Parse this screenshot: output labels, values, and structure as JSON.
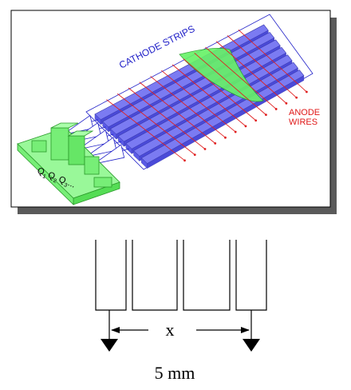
{
  "top_panel": {
    "cathode_label": "CATHODE STRIPS",
    "anode_label_line1": "ANODE",
    "anode_label_line2": "WIRES",
    "charge_labels": [
      "Q",
      "1",
      "Q",
      "2",
      "Q",
      "3",
      "..."
    ]
  },
  "bottom_panel": {
    "x_label": "x",
    "scale_label": "5 mm"
  },
  "colors": {
    "strip_blue": "#7b7bf2",
    "wire_red": "#e02020",
    "charge_green": "#66f266",
    "label_blue": "#2020c8"
  }
}
